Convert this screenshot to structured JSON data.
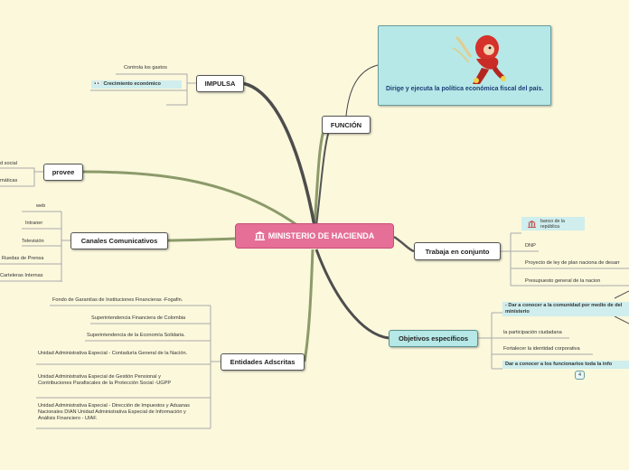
{
  "central": {
    "title": "MINISTERIO DE HACIENDA",
    "icon": "bank-icon"
  },
  "funcion": {
    "label": "FUNCIÓN",
    "note": "Dirige y ejecuta la política económica  fiscal del país."
  },
  "impulsa": {
    "label": "IMPULSA",
    "items": [
      "Controla los gastos",
      "Crecimiento económico"
    ]
  },
  "provee": {
    "label": "provee",
    "items": [
      "d social",
      "máticas"
    ]
  },
  "canales": {
    "label": "Canales Comunicativos",
    "items": [
      "web",
      "Intraner",
      "Televisión",
      "Ruedas de Prensa",
      "Carteleras Internas"
    ]
  },
  "entidades": {
    "label": "Entidades Adscritas",
    "items": [
      "Fondo de Garantías de Instituciones Financieras -Fogafin.",
      "Superintendencia Financiera de Colombia",
      "Superintendencia de la Economía Solidaria.",
      "Unidad Administrativa Especial - Contaduría General de la Nación.",
      "Unidad Administrativa Especial de Gestión Pensional y Contribuciones Parafiscales de la Protección Social -UGPP",
      "Unidad Administrativa Especial - Dirección de Impuestos y Aduanas Nacionales DIAN Unidad Administrativa Especial de Información y Análisis Financiero - UIAF."
    ]
  },
  "trabaja": {
    "label": "Trabaja en conjunto",
    "items": [
      "banco de la república",
      "DNP",
      "Proyecto de ley de plan naciona de desarr",
      "Presupuesto general de la nacion"
    ]
  },
  "objetivos": {
    "label": "Objetivos específicos",
    "items": [
      "- Dar a conocer a la comunidad por medio de del ministerio",
      "la participación ciudadana",
      "Fortalecer la identidad corporativa",
      "Dar a conocer a los funcionarios toda la info"
    ],
    "badge": "4"
  }
}
